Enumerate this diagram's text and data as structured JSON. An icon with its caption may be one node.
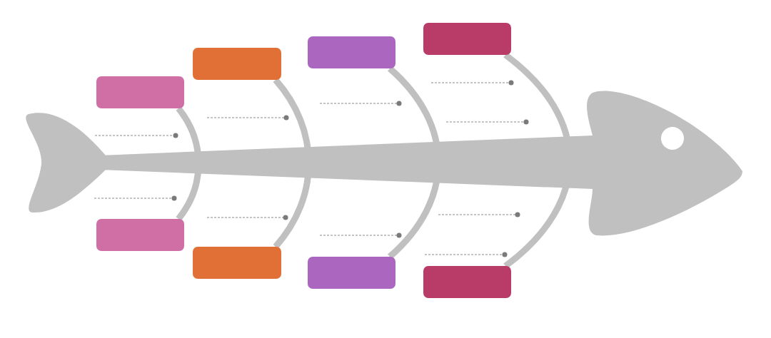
{
  "diagram": {
    "nodes": [
      {
        "text": [],
        "shape": "box"
      },
      {
        "text": [],
        "shape": "box"
      },
      {
        "text": [],
        "shape": "box"
      },
      {
        "text": [],
        "shape": "box"
      },
      {
        "text": [],
        "shape": "box"
      },
      {
        "text": [],
        "shape": "box"
      },
      {
        "text": [],
        "shape": "box"
      },
      {
        "text": [],
        "shape": "box"
      }
    ],
    "edges": [
      {
        "from": 0,
        "to": 4,
        "arrow": "none"
      },
      {
        "from": 1,
        "to": 5,
        "arrow": "none"
      },
      {
        "from": 2,
        "to": 6,
        "arrow": "none"
      },
      {
        "from": 3,
        "to": 7,
        "arrow": "none"
      }
    ]
  }
}
